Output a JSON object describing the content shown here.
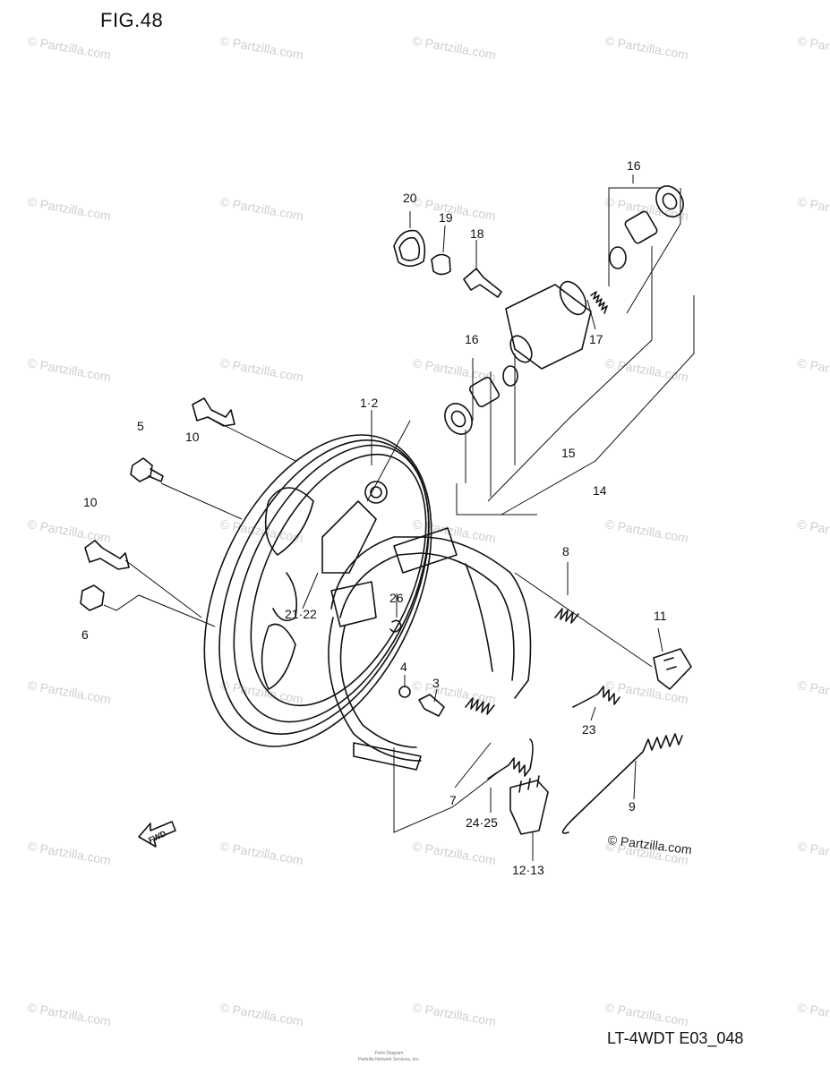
{
  "figure": {
    "title": "FIG.48",
    "code": "LT-4WDT E03_048",
    "copyright": "© Partzilla.com",
    "watermark": "© Partzilla.com",
    "fwd_label": "FWD",
    "footer_small": [
      "Parts Diagram",
      "Partzilla Network Services, Inc."
    ]
  },
  "callouts": [
    "20",
    "19",
    "18",
    "16",
    "17",
    "16",
    "1·2",
    "5",
    "10",
    "10",
    "6",
    "15",
    "14",
    "8",
    "26",
    "21·22",
    "4",
    "3",
    "11",
    "23",
    "7",
    "24·25",
    "9",
    "12·13"
  ]
}
